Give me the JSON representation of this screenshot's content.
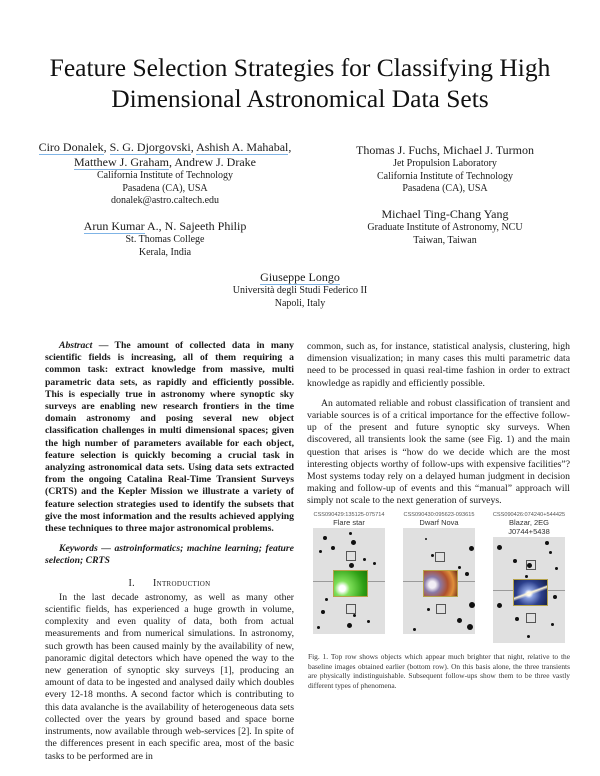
{
  "paper": {
    "title_line1": "Feature Selection Strategies for Classifying High",
    "title_line2": "Dimensional Astronomical Data Sets",
    "authors": {
      "group1": {
        "names_line1": [
          "Ciro Donalek",
          "S. G. Djorgovski",
          "Ashish A. Mahabal"
        ],
        "names_line2": [
          "Matthew J. Graham",
          "Andrew J. Drake"
        ],
        "affiliation1": "California Institute of Technology",
        "affiliation2": "Pasadena (CA), USA",
        "email": "donalek@astro.caltech.edu"
      },
      "group2": {
        "names": "Thomas J. Fuchs, Michael J. Turmon",
        "affiliation1": "Jet Propulsion Laboratory",
        "affiliation2": "California Institute of Technology",
        "affiliation3": "Pasadena (CA), USA"
      },
      "group3": {
        "name_linked": "Arun Kumar",
        "name_rest": " A., N. Sajeeth Philip",
        "affiliation1": "St. Thomas College",
        "affiliation2": "Kerala, India"
      },
      "group4": {
        "names": "Michael Ting-Chang Yang",
        "affiliation1": "Graduate Institute of Astronomy, NCU",
        "affiliation2": "Taiwan, Taiwan"
      },
      "group5": {
        "names": "Giuseppe Longo",
        "affiliation1": "Università degli Studi Federico II",
        "affiliation2": "Napoli, Italy"
      }
    },
    "abstract_label": "Abstract",
    "abstract_text": " — The amount of collected data in many scientific fields is increasing, all of them requiring a common task: extract knowledge from massive, multi parametric data sets, as rapidly and efficiently possible. This is especially true in astronomy where synoptic sky surveys are enabling new research frontiers in the time domain astronomy and posing several new object classification challenges in multi dimensional spaces; given the high number of parameters available for each object, feature selection is quickly becoming a crucial task in analyzing astronomical data sets. Using data sets extracted from the ongoing Catalina Real-Time Transient Surveys (CRTS) and the Kepler Mission we illustrate a variety of feature selection strategies used to identify the subsets that give the most information and the results achieved applying these techniques to three major astronomical problems.",
    "keywords_label": "Keywords",
    "keywords_text": " — astroinformatics; machine learning; feature selection; CRTS",
    "section1_number": "I.",
    "section1_title": "Introduction",
    "intro_para1": "In the last decade astronomy, as well as many other scientific fields, has experienced a huge growth in volume, complexity and even quality of data, both from actual measurements and from numerical simulations. In astronomy, such growth has been caused mainly by the availability of new, panoramic digital detectors which have opened the way to the new generation of synoptic sky surveys [1], producing an amount of data to be ingested and analysed daily which doubles every 12-18 months. A second factor which is contributing to this data avalanche is the availability of heterogeneous data sets collected over the years by ground based and space borne instruments, now available through web-services [2]. In spite of the differences present in each specific area, most of the basic tasks to be performed are in",
    "right_para1": "common, such as, for instance, statistical analysis, clustering, high dimension visualization; in many cases this multi parametric data need to be processed in quasi real-time fashion in order to extract knowledge as rapidly and efficiently possible.",
    "right_para2": "An automated reliable and robust classification of transient and variable sources is of a critical importance for the effective follow-up of the present and future synoptic sky surveys. When discovered, all transients look the same (see Fig. 1) and the main question that arises is “how do we decide which are the most interesting objects worthy of  follow-ups with expensive facilities”? Most systems today rely on a delayed human judgment in decision making and follow-up of events and this “manual” approach will simply not scale to the next generation of surveys.",
    "figure1": {
      "panels": [
        {
          "id": "CSS090429:135125-075714",
          "label": "Flare star",
          "inset_color": "#3fbf1f"
        },
        {
          "id": "CSS090430:095623-093615",
          "label": "Dwarf Nova",
          "inset_color": "#c0603a"
        },
        {
          "id": "CSS090426:074240+544425",
          "label": "Blazar, 2EG J0744+5438",
          "inset_color": "#2c3f8c"
        }
      ],
      "caption": "Fig. 1.  Top row shows objects which appear much brighter that night, relative to the baseline images obtained earlier (bottom row). On this basis alone, the three transients are physically indistinguishable. Subsequent follow-ups show them to be three vastly different types of phenomena."
    }
  }
}
